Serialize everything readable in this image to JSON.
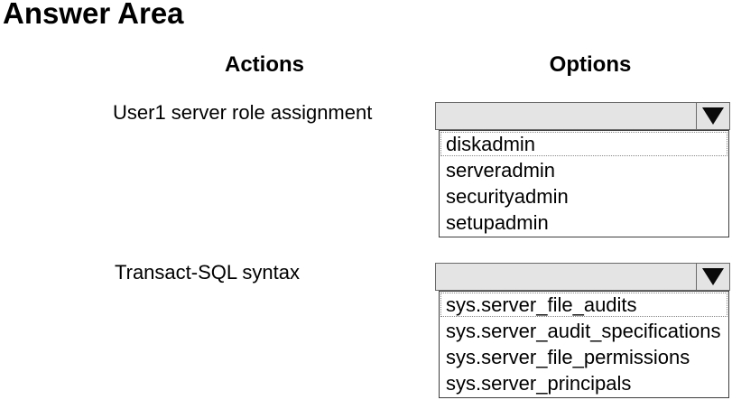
{
  "page": {
    "title": "Answer Area"
  },
  "columns": {
    "actions_header": "Actions",
    "options_header": "Options"
  },
  "rows": [
    {
      "action_label": "User1 server role assignment",
      "dropdown": {
        "selected_value": "",
        "options": [
          "diskadmin",
          "serveradmin",
          "securityadmin",
          "setupadmin"
        ]
      }
    },
    {
      "action_label": "Transact-SQL syntax",
      "dropdown": {
        "selected_value": "",
        "options": [
          "sys.server_file_audits",
          "sys.server_audit_specifications",
          "sys.server_file_permissions",
          "sys.server_principals"
        ]
      }
    }
  ],
  "icons": {
    "dropdown_arrow_icon": "black caret-down triangle"
  },
  "colors": {
    "background": "#ffffff",
    "text": "#000000",
    "dropdown_fill": "#e4e4e4",
    "dropdown_border": "#6a6a6a",
    "list_border": "#3d3d3d",
    "focus_dotted": "#8a8a8a"
  }
}
